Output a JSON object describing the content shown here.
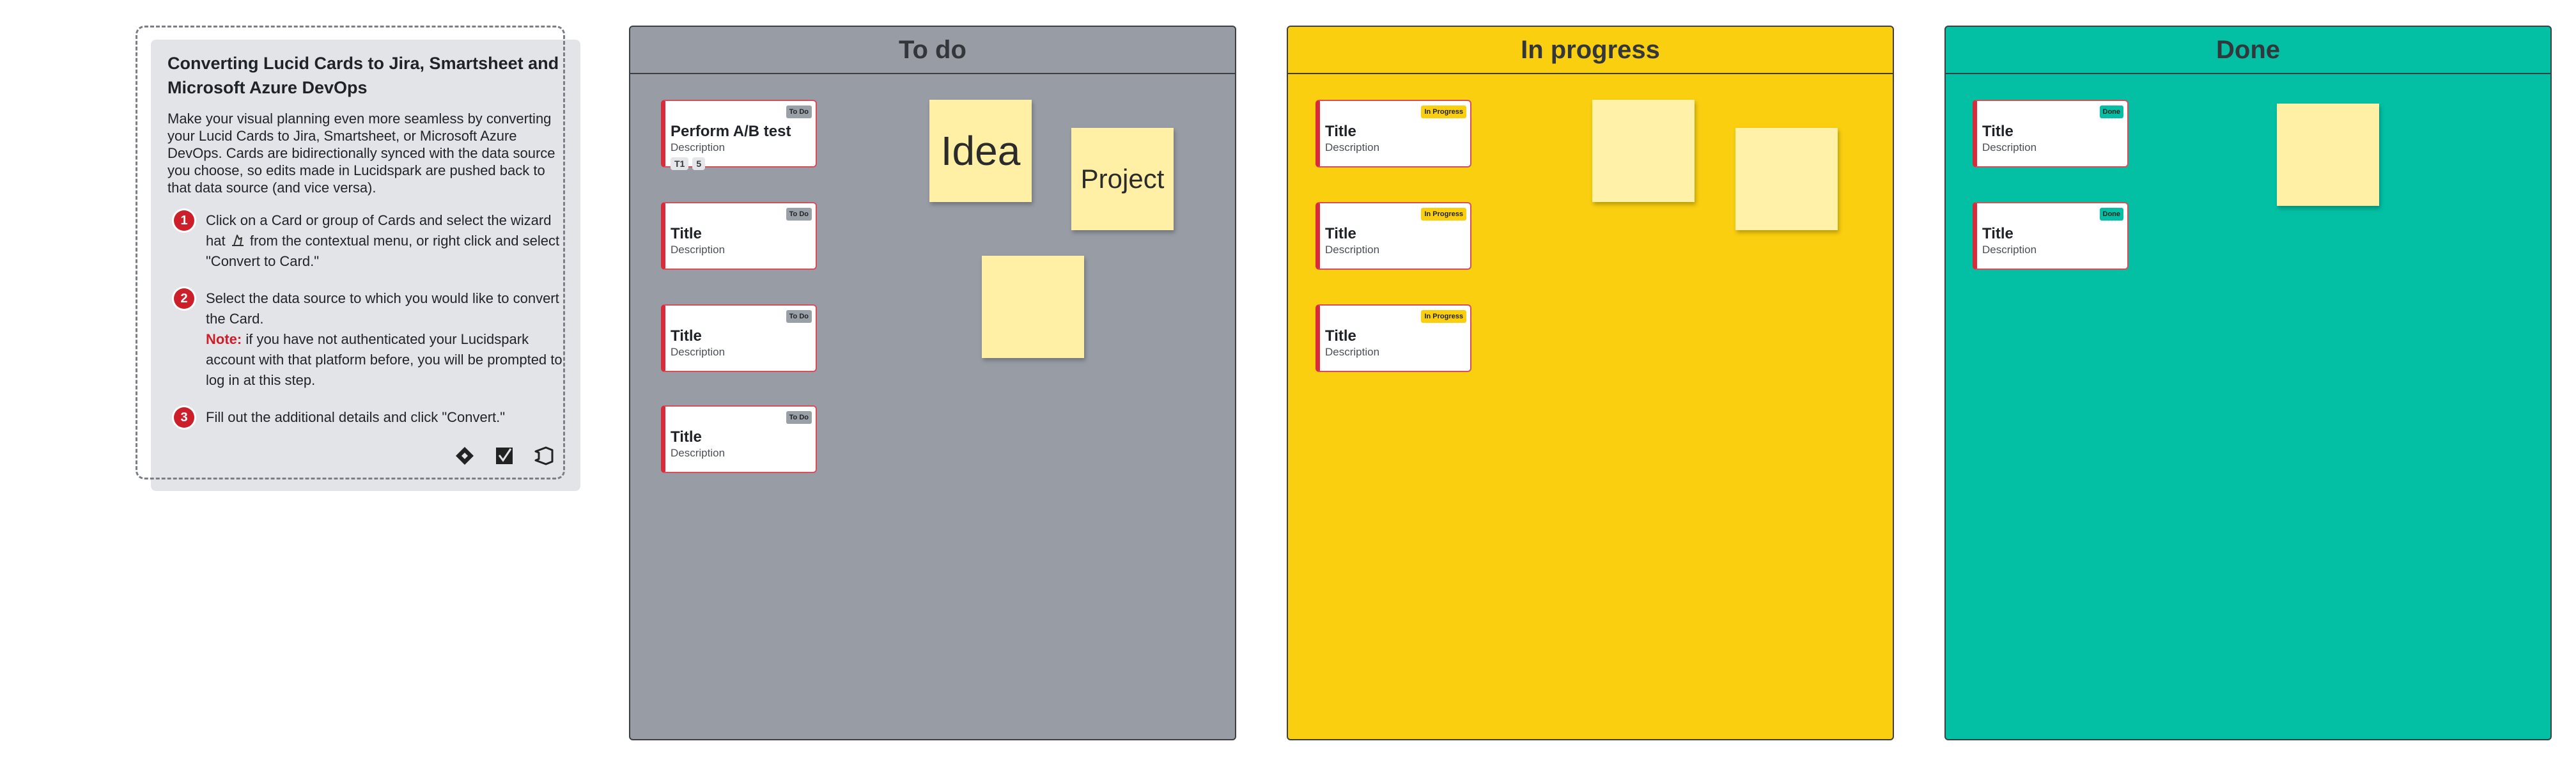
{
  "instructions": {
    "title": "Converting Lucid Cards to Jira, Smartsheet and Microsoft Azure DevOps",
    "intro": "Make your visual planning even more seamless by converting your Lucid Cards to Jira, Smartsheet, or Microsoft Azure DevOps. Cards are bidirectionally synced with the data source you choose, so edits made in Lucidspark are pushed back to that data source (and vice versa).",
    "steps": [
      {
        "num": "1",
        "text_before": "Click on a Card or group of Cards and select the wizard hat",
        "text_after": "from the contextual menu, or right click and select \"Convert to Card.\""
      },
      {
        "num": "2",
        "text": "Select the data source to which you would like to convert the Card.",
        "note_label": "Note:",
        "note_text": "if you have not authenticated your Lucidspark account with that platform before, you will be prompted to log in at this step."
      },
      {
        "num": "3",
        "text": "Fill out the additional details and click \"Convert.\""
      }
    ],
    "icons": [
      "jira-icon",
      "smartsheet-icon",
      "azure-devops-icon"
    ]
  },
  "columns": {
    "todo": {
      "title": "To do",
      "color": "#979ca5",
      "cards": [
        {
          "title": "Perform A/B test",
          "description": "Description",
          "badge": "To Do",
          "tags": [
            "T1",
            "5"
          ]
        },
        {
          "title": "Title",
          "description": "Description",
          "badge": "To Do"
        },
        {
          "title": "Title",
          "description": "Description",
          "badge": "To Do"
        },
        {
          "title": "Title",
          "description": "Description",
          "badge": "To Do"
        }
      ],
      "stickies": [
        {
          "text": "Idea"
        },
        {
          "text": "Project"
        },
        {
          "text": ""
        }
      ]
    },
    "progress": {
      "title": "In progress",
      "color": "#facf0f",
      "cards": [
        {
          "title": "Title",
          "description": "Description",
          "badge": "In Progress"
        },
        {
          "title": "Title",
          "description": "Description",
          "badge": "In Progress"
        },
        {
          "title": "Title",
          "description": "Description",
          "badge": "In Progress"
        }
      ]
    },
    "done": {
      "title": "Done",
      "color": "#03bfa4",
      "cards": [
        {
          "title": "Title",
          "description": "Description",
          "badge": "Done"
        },
        {
          "title": "Title",
          "description": "Description",
          "badge": "Done"
        }
      ]
    }
  }
}
